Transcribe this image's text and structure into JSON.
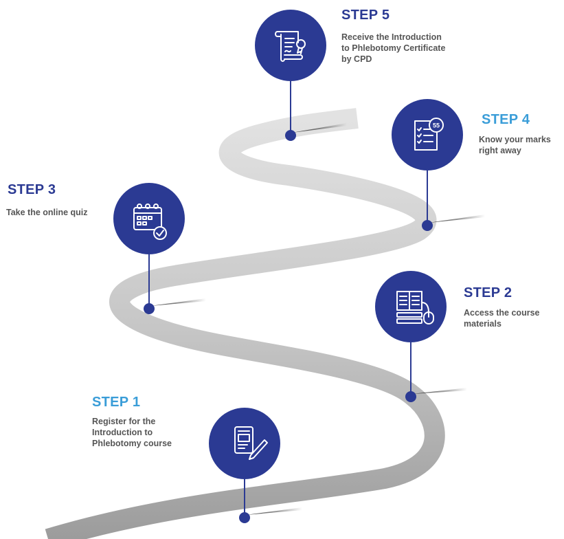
{
  "colors": {
    "circle": "#2b3a93",
    "step_title_dark": "#2b3a93",
    "step_title_light": "#3a9dd8",
    "description": "#555555",
    "road": "#c9c9c9"
  },
  "steps": [
    {
      "title": "STEP 1",
      "description_lines": [
        "Register for the",
        "Introduction to",
        "Phlebotomy course"
      ],
      "icon": "clipboard-pen-icon",
      "title_color": "light"
    },
    {
      "title": "STEP 2",
      "description_lines": [
        "Access the course",
        "materials"
      ],
      "icon": "book-computer-icon",
      "title_color": "dark"
    },
    {
      "title": "STEP 3",
      "description_lines": [
        "Take the online quiz"
      ],
      "icon": "calendar-check-icon",
      "title_color": "dark"
    },
    {
      "title": "STEP 4",
      "description_lines": [
        "Know your marks",
        "right away"
      ],
      "icon": "scored-checklist-icon",
      "icon_badge": "55",
      "title_color": "light"
    },
    {
      "title": "STEP 5",
      "description_lines": [
        "Receive the Introduction",
        "to Phlebotomy Certificate",
        "by CPD"
      ],
      "icon": "certificate-scroll-icon",
      "title_color": "dark"
    }
  ]
}
